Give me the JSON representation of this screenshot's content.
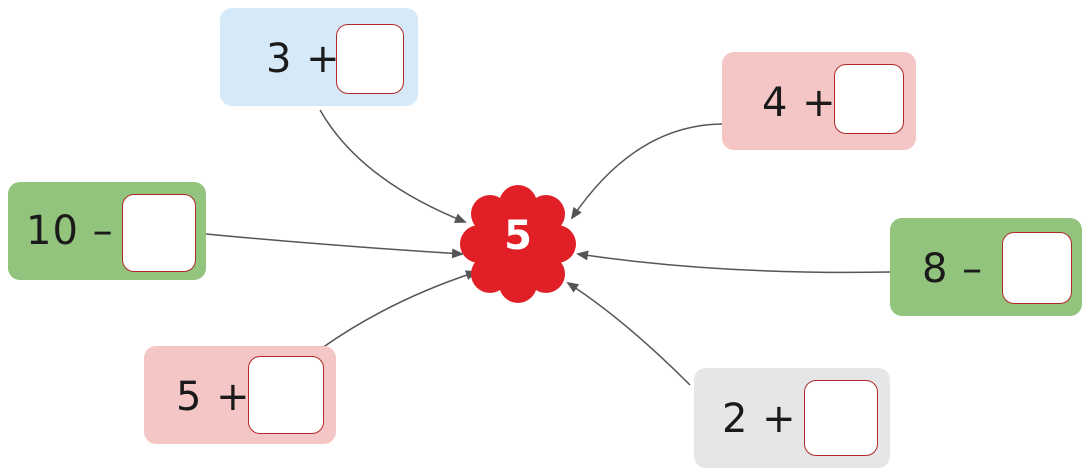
{
  "center": {
    "value": "5",
    "color": "#e01f26"
  },
  "colors": {
    "blue": "#d6e9f8",
    "red": "#f5c6c6",
    "green": "#93c47d",
    "gray": "#e6e6e6",
    "box_border": "#b02a2a",
    "arrow": "#555555"
  },
  "cards": [
    {
      "id": "top-left",
      "text": "3 +",
      "color": "blue"
    },
    {
      "id": "top-right",
      "text": "4 +",
      "color": "red"
    },
    {
      "id": "middle-left",
      "text": "10 –",
      "color": "green"
    },
    {
      "id": "middle-right",
      "text": "8 –",
      "color": "green"
    },
    {
      "id": "bottom-left",
      "text": "5 +",
      "color": "red"
    },
    {
      "id": "bottom-right",
      "text": "2 +",
      "color": "gray"
    }
  ]
}
